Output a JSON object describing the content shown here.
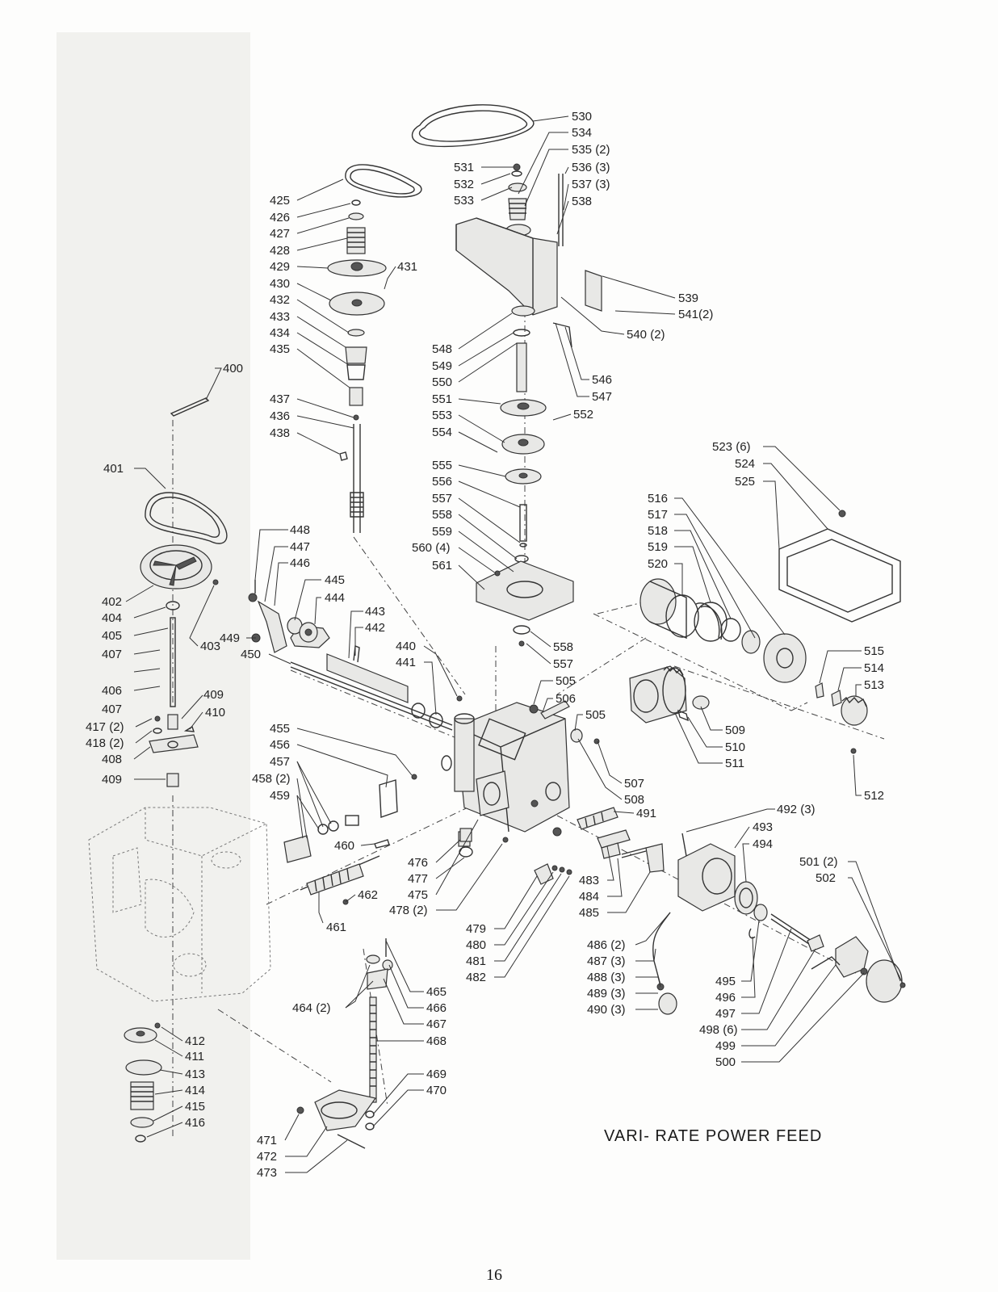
{
  "title": "VARI- RATE POWER FEED",
  "page_number": "16",
  "callouts": [
    {
      "text": "400"
    },
    {
      "text": "401"
    },
    {
      "text": "402"
    },
    {
      "text": "403"
    },
    {
      "text": "404"
    },
    {
      "text": "405"
    },
    {
      "text": "406"
    },
    {
      "text": "407"
    },
    {
      "text": "407"
    },
    {
      "text": "408"
    },
    {
      "text": "409"
    },
    {
      "text": "409"
    },
    {
      "text": "410"
    },
    {
      "text": "411"
    },
    {
      "text": "412"
    },
    {
      "text": "413"
    },
    {
      "text": "414"
    },
    {
      "text": "415"
    },
    {
      "text": "416"
    },
    {
      "text": "417 (2)"
    },
    {
      "text": "418 (2)"
    },
    {
      "text": "425"
    },
    {
      "text": "426"
    },
    {
      "text": "427"
    },
    {
      "text": "428"
    },
    {
      "text": "429"
    },
    {
      "text": "430"
    },
    {
      "text": "431"
    },
    {
      "text": "432"
    },
    {
      "text": "433"
    },
    {
      "text": "434"
    },
    {
      "text": "435"
    },
    {
      "text": "436"
    },
    {
      "text": "437"
    },
    {
      "text": "438"
    },
    {
      "text": "440"
    },
    {
      "text": "441"
    },
    {
      "text": "442"
    },
    {
      "text": "443"
    },
    {
      "text": "444"
    },
    {
      "text": "445"
    },
    {
      "text": "446"
    },
    {
      "text": "447"
    },
    {
      "text": "448"
    },
    {
      "text": "449"
    },
    {
      "text": "450"
    },
    {
      "text": "455"
    },
    {
      "text": "456"
    },
    {
      "text": "457"
    },
    {
      "text": "458 (2)"
    },
    {
      "text": "459"
    },
    {
      "text": "460"
    },
    {
      "text": "461"
    },
    {
      "text": "462"
    },
    {
      "text": "464 (2)"
    },
    {
      "text": "465"
    },
    {
      "text": "466"
    },
    {
      "text": "467"
    },
    {
      "text": "468"
    },
    {
      "text": "469"
    },
    {
      "text": "470"
    },
    {
      "text": "471"
    },
    {
      "text": "472"
    },
    {
      "text": "473"
    },
    {
      "text": "475"
    },
    {
      "text": "476"
    },
    {
      "text": "477"
    },
    {
      "text": "478 (2)"
    },
    {
      "text": "479"
    },
    {
      "text": "480"
    },
    {
      "text": "481"
    },
    {
      "text": "482"
    },
    {
      "text": "483"
    },
    {
      "text": "484"
    },
    {
      "text": "485"
    },
    {
      "text": "486 (2)"
    },
    {
      "text": "487 (3)"
    },
    {
      "text": "488 (3)"
    },
    {
      "text": "489 (3)"
    },
    {
      "text": "490 (3)"
    },
    {
      "text": "491"
    },
    {
      "text": "492 (3)"
    },
    {
      "text": "493"
    },
    {
      "text": "494"
    },
    {
      "text": "495"
    },
    {
      "text": "496"
    },
    {
      "text": "497"
    },
    {
      "text": "498 (6)"
    },
    {
      "text": "499"
    },
    {
      "text": "500"
    },
    {
      "text": "501 (2)"
    },
    {
      "text": "502"
    },
    {
      "text": "505"
    },
    {
      "text": "505"
    },
    {
      "text": "506"
    },
    {
      "text": "507"
    },
    {
      "text": "508"
    },
    {
      "text": "509"
    },
    {
      "text": "510"
    },
    {
      "text": "511"
    },
    {
      "text": "512"
    },
    {
      "text": "513"
    },
    {
      "text": "514"
    },
    {
      "text": "515"
    },
    {
      "text": "516"
    },
    {
      "text": "517"
    },
    {
      "text": "518"
    },
    {
      "text": "519"
    },
    {
      "text": "520"
    },
    {
      "text": "523 (6)"
    },
    {
      "text": "524"
    },
    {
      "text": "525"
    },
    {
      "text": "530"
    },
    {
      "text": "531"
    },
    {
      "text": "532"
    },
    {
      "text": "533"
    },
    {
      "text": "534"
    },
    {
      "text": "535 (2)"
    },
    {
      "text": "536 (3)"
    },
    {
      "text": "537 (3)"
    },
    {
      "text": "538"
    },
    {
      "text": "539"
    },
    {
      "text": "540 (2)"
    },
    {
      "text": "541(2)"
    },
    {
      "text": "546"
    },
    {
      "text": "547"
    },
    {
      "text": "548"
    },
    {
      "text": "549"
    },
    {
      "text": "550"
    },
    {
      "text": "551"
    },
    {
      "text": "552"
    },
    {
      "text": "553"
    },
    {
      "text": "554"
    },
    {
      "text": "555"
    },
    {
      "text": "556"
    },
    {
      "text": "557"
    },
    {
      "text": "557"
    },
    {
      "text": "558"
    },
    {
      "text": "558"
    },
    {
      "text": "559"
    },
    {
      "text": "560 (4)"
    },
    {
      "text": "561"
    }
  ]
}
